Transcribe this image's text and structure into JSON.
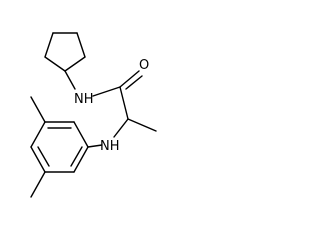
{
  "molecule": {
    "atoms": {
      "amide_n": "NH",
      "carbonyl_o": "O",
      "amine_n": "NH"
    }
  }
}
